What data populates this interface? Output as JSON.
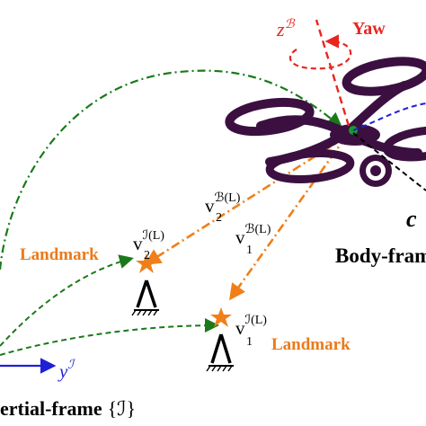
{
  "labels": {
    "yaw": "Yaw",
    "z_body": "z",
    "z_body_sup": "ℬ",
    "landmark_2": "Landmark",
    "landmark_1": "Landmark",
    "v2_inertial_main": "v",
    "v2_inertial_sub": "2",
    "v2_inertial_sup": "ℐ(L)",
    "v1_inertial_main": "v",
    "v1_inertial_sub": "1",
    "v1_inertial_sup": "ℐ(L)",
    "v2_body_main": "v",
    "v2_body_sub": "2",
    "v2_body_sup": "ℬ(L)",
    "v1_body_main": "v",
    "v1_body_sub": "1",
    "v1_body_sup": "ℬ(L)",
    "body_frame": "Body-fram",
    "inertial_frame": "ertial-frame",
    "inertial_frame_sym": "{ℐ}",
    "y_inertial": "y",
    "y_inertial_sup": "ℐ",
    "cut_label": "c"
  },
  "colors": {
    "green_path": "#1a7a1a",
    "orange_vector": "#f07f1a",
    "red_yaw": "#e8261f",
    "blue_axis": "#1f1fd6",
    "drone_purple": "#3b1040",
    "landmark_text": "#ea7a1a",
    "black": "#000000"
  }
}
